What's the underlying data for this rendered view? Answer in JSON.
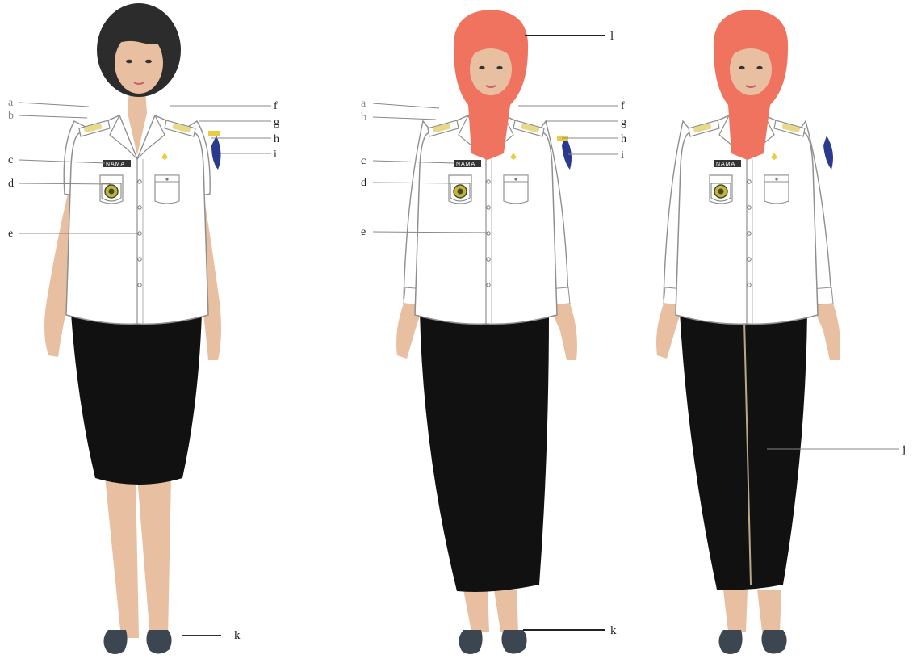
{
  "figures": [
    {
      "id": "figure-short-sleeve-skirt",
      "nametag": "NAMA",
      "labels": [
        "a",
        "b",
        "c",
        "d",
        "e",
        "f",
        "g",
        "h",
        "i",
        "k"
      ]
    },
    {
      "id": "figure-long-sleeve-hijab-skirt",
      "nametag": "NAMA",
      "labels": [
        "a",
        "b",
        "c",
        "d",
        "e",
        "f",
        "g",
        "h",
        "i",
        "l",
        "k"
      ]
    },
    {
      "id": "figure-long-sleeve-hijab-trousers",
      "nametag": "NAMA",
      "labels": [
        "j"
      ]
    }
  ],
  "colors": {
    "skin": "#e8bfa0",
    "hair": "#2c2c2c",
    "hijab": "#f0735f",
    "shirt": "#ffffff",
    "shirt_outline": "#8f8f8f",
    "skirt": "#111111",
    "shoe": "#3b4650",
    "epaulette": "#e6d98a",
    "badge_gold": "#c9b23a",
    "sleeve_patch": "#2a3a8c"
  }
}
